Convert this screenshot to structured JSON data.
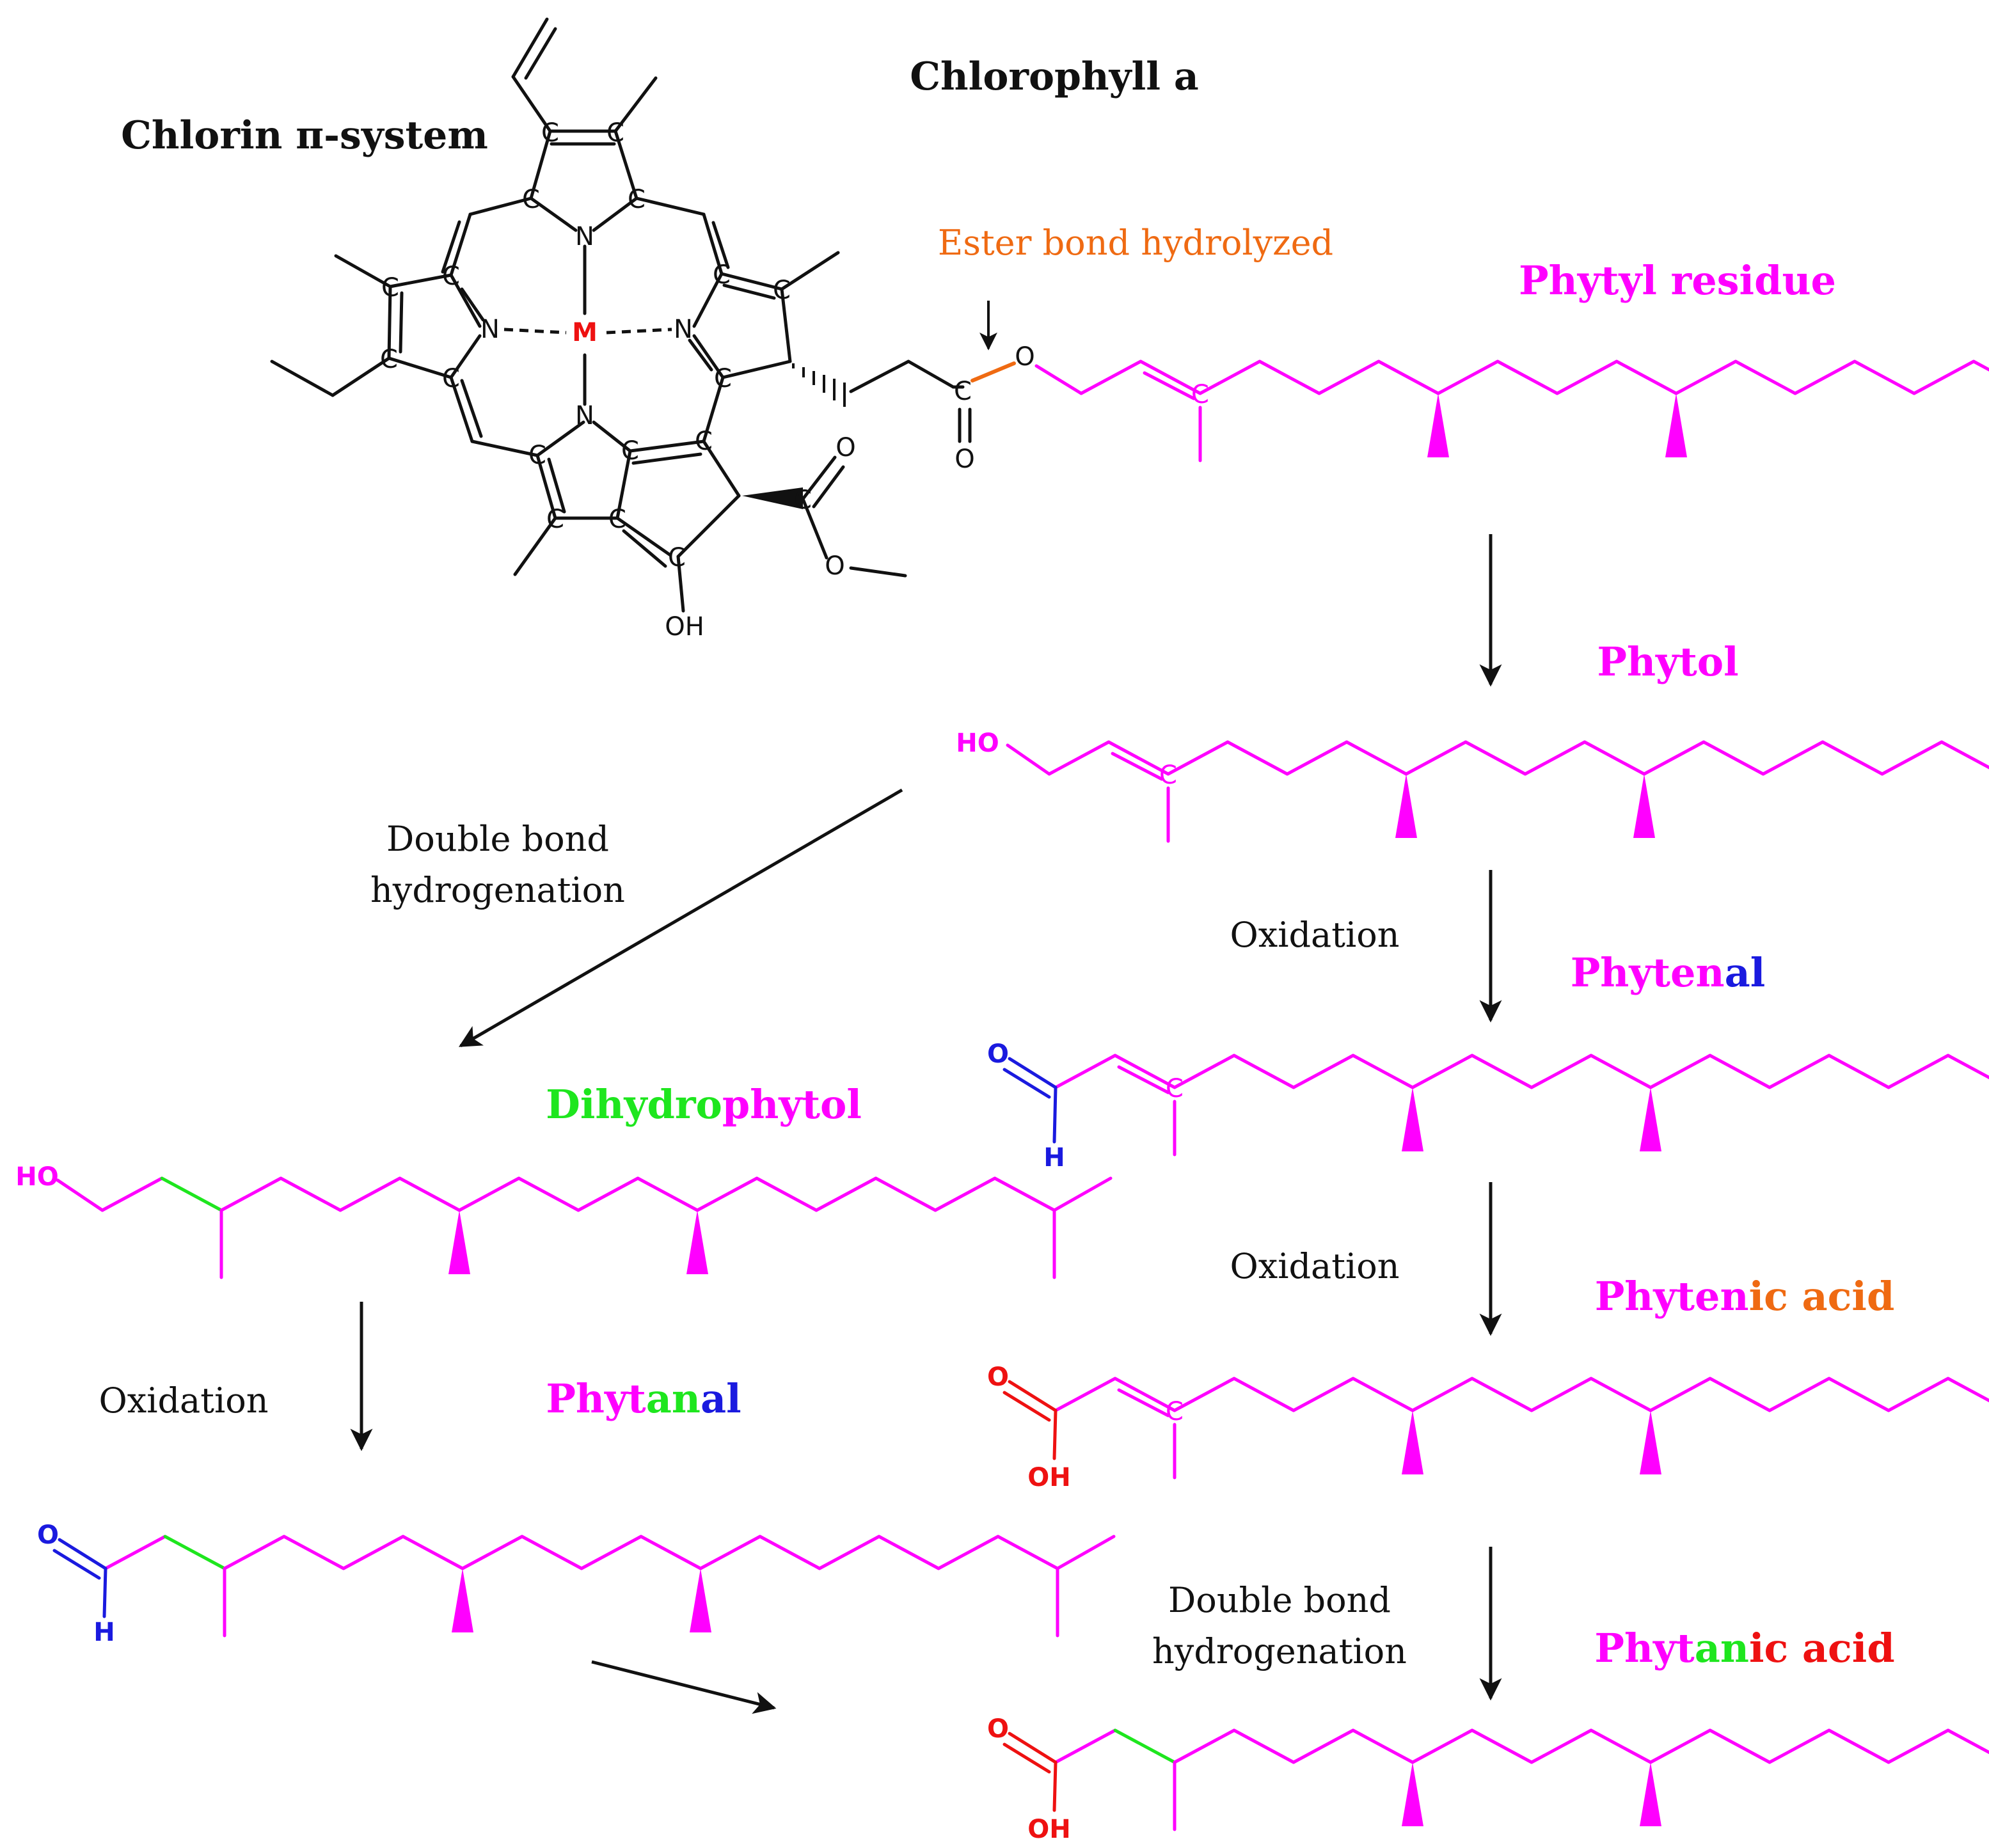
{
  "title": "Chlorophyll a",
  "chlorin_label": "Chlorin π-system",
  "ester_label": "Ester bond hydrolyzed",
  "metal": "M",
  "atoms": {
    "C": "C",
    "N": "N",
    "O": "O",
    "OH": "OH",
    "HO": "HO",
    "H": "H"
  },
  "molecules": [
    {
      "id": "phytyl",
      "parts": [
        {
          "text": "Phytyl residue",
          "color": "#ff00ff"
        }
      ]
    },
    {
      "id": "phytol",
      "parts": [
        {
          "text": "Phytol",
          "color": "#ff00ff"
        }
      ]
    },
    {
      "id": "phytenal",
      "parts": [
        {
          "text": "Phyten",
          "color": "#ff00ff"
        },
        {
          "text": "al",
          "color": "#1a1adf"
        }
      ]
    },
    {
      "id": "phytenic",
      "parts": [
        {
          "text": "Phyten",
          "color": "#ff00ff"
        },
        {
          "text": "ic acid",
          "color": "#ef6a12"
        }
      ]
    },
    {
      "id": "phytanic",
      "parts": [
        {
          "text": "Phyt",
          "color": "#ff00ff"
        },
        {
          "text": "an",
          "color": "#1ee61e"
        },
        {
          "text": "ic acid",
          "color": "#ee1111"
        }
      ]
    },
    {
      "id": "dihydrophytol",
      "parts": [
        {
          "text": "Dihydro",
          "color": "#1ee61e"
        },
        {
          "text": "phytol",
          "color": "#ff00ff"
        }
      ]
    },
    {
      "id": "phytanal",
      "parts": [
        {
          "text": "Phyt",
          "color": "#ff00ff"
        },
        {
          "text": "an",
          "color": "#1ee61e"
        },
        {
          "text": "al",
          "color": "#1a1adf"
        }
      ]
    }
  ],
  "steps": [
    {
      "id": "hydrogenation_left",
      "lines": [
        "Double bond",
        "hydrogenation"
      ]
    },
    {
      "id": "oxidation_1",
      "lines": [
        "Oxidation"
      ]
    },
    {
      "id": "oxidation_2",
      "lines": [
        "Oxidation"
      ]
    },
    {
      "id": "oxidation_left",
      "lines": [
        "Oxidation"
      ]
    },
    {
      "id": "hydrogenation_right",
      "lines": [
        "Double bond",
        "hydrogenation"
      ]
    }
  ],
  "colors": {
    "chain": "#ff00ff",
    "saturated_bond": "#1ee61e",
    "aldehyde": "#1a1adf",
    "acid": "#ee1111",
    "ester": "#ef6a12",
    "metal": "#ee1111",
    "black": "#111111"
  }
}
